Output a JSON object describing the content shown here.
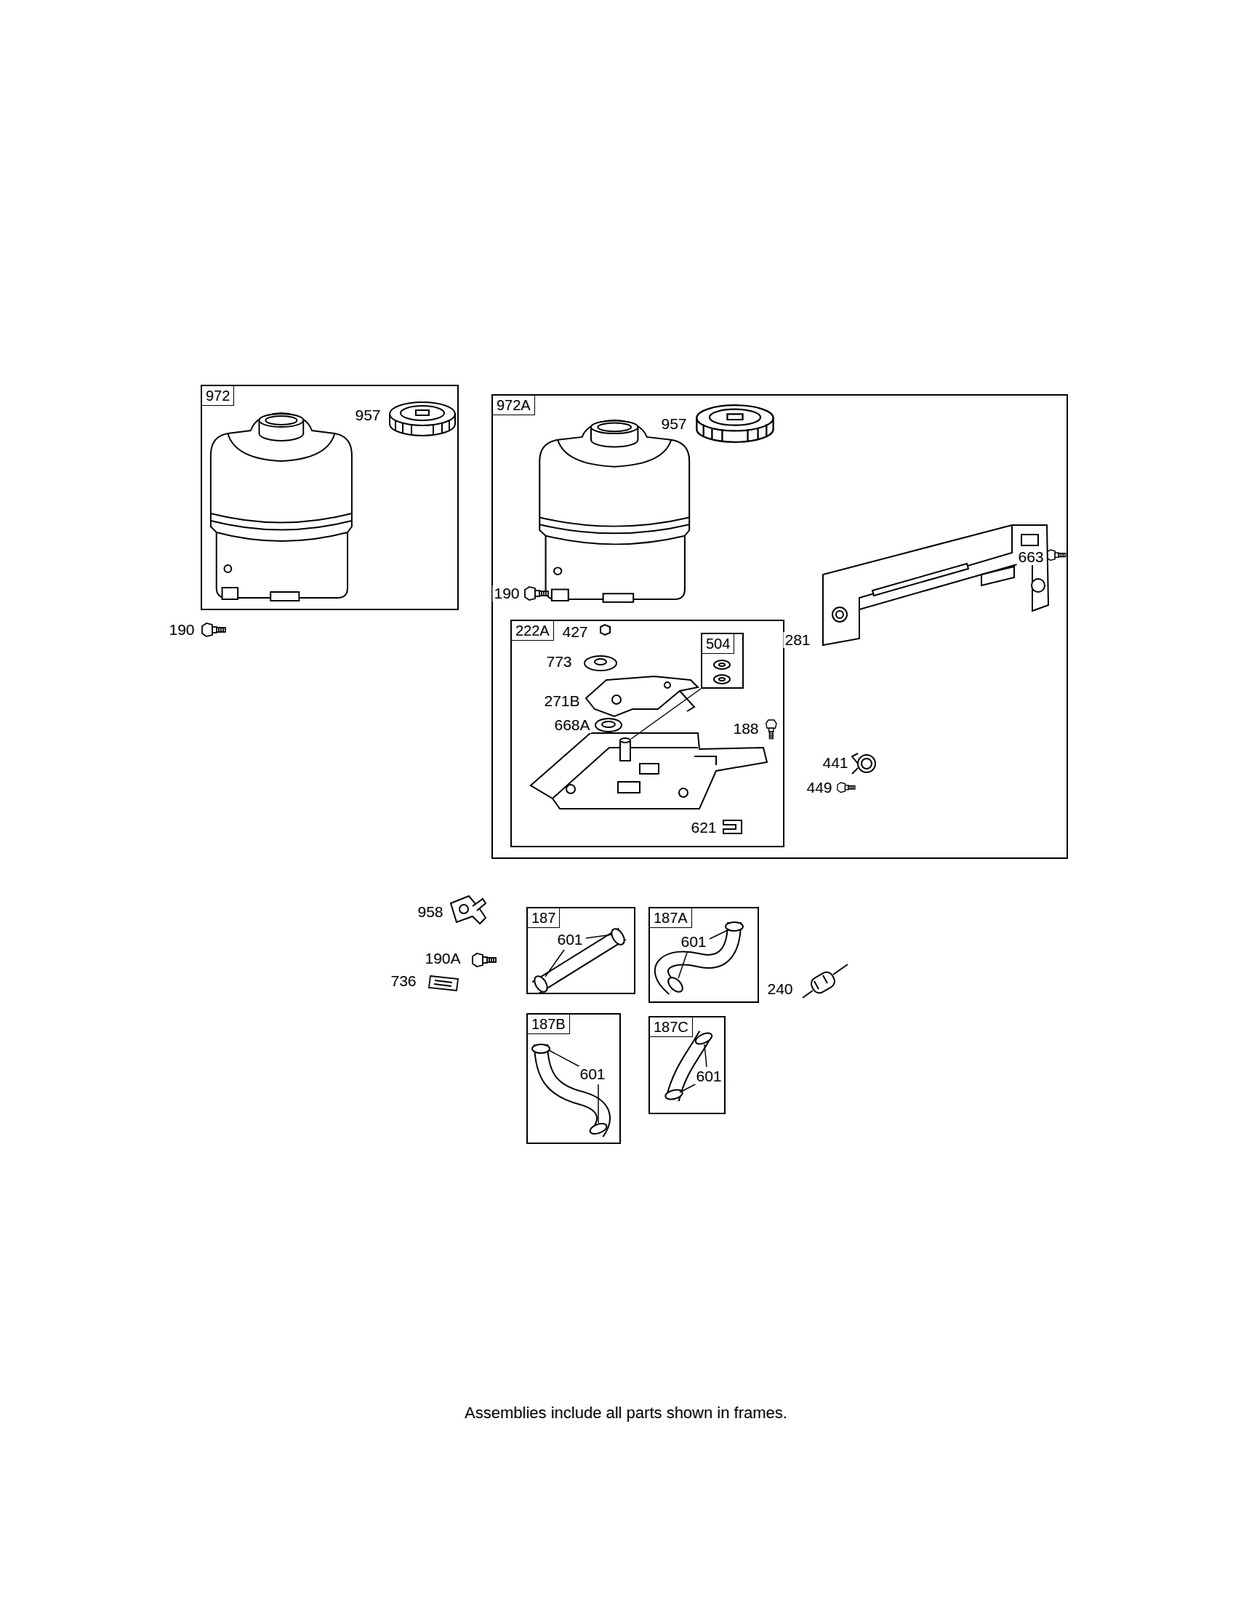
{
  "diagram": {
    "caption": "Assemblies include all parts shown in frames.",
    "nodes": [
      {
        "text": [
          "972"
        ]
      },
      {
        "text": [
          "972A"
        ]
      },
      {
        "text": [
          "222A"
        ],
        "in": 1
      },
      {
        "text": [
          "504"
        ],
        "in": 2
      },
      {
        "text": [
          "187"
        ]
      },
      {
        "text": [
          "187A"
        ]
      },
      {
        "text": [
          "187B"
        ]
      },
      {
        "text": [
          "187C"
        ]
      }
    ],
    "labels": [
      "957",
      "190",
      "957",
      "663",
      "190",
      "281",
      "427",
      "773",
      "271B",
      "668A",
      "188",
      "621",
      "441",
      "449",
      "958",
      "190A",
      "736",
      "601",
      "601",
      "240",
      "601",
      "601"
    ]
  }
}
